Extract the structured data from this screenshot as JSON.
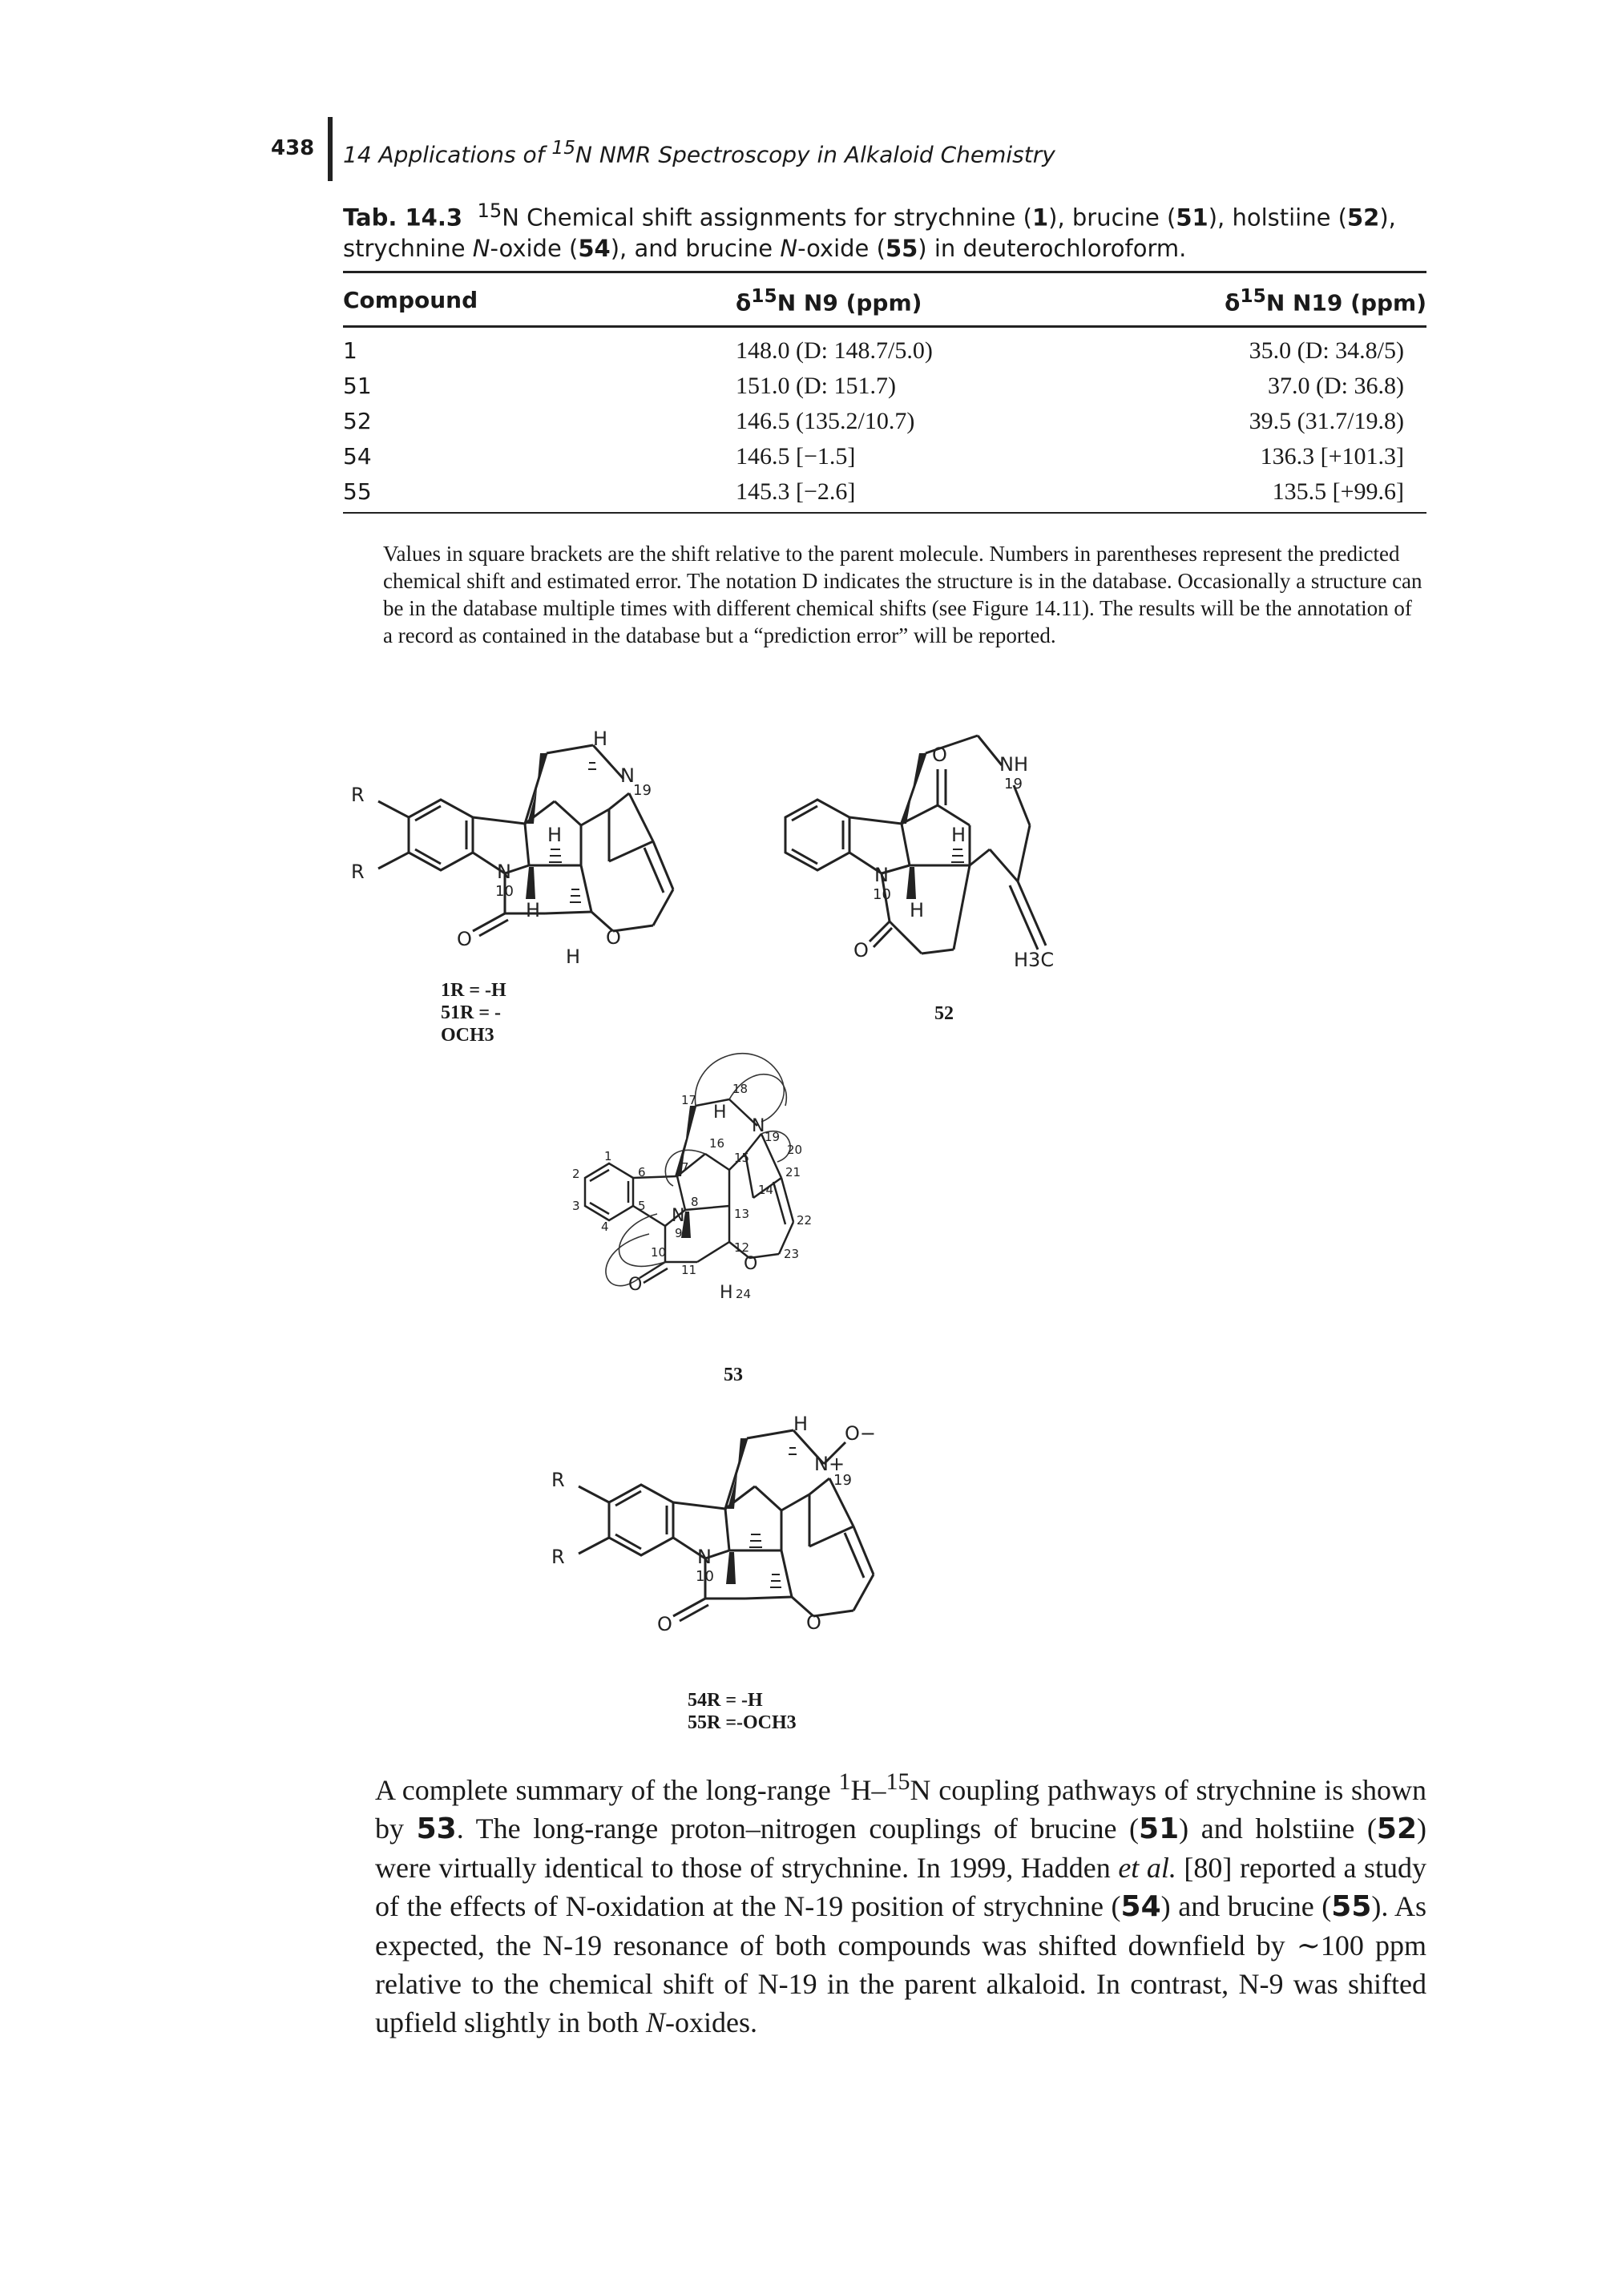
{
  "header": {
    "page_number": "438",
    "running_title_pre": "14 Applications of ",
    "running_title_sup": "15",
    "running_title_post": "N NMR Spectroscopy in Alkaloid Chemistry"
  },
  "table": {
    "caption_label": "Tab. 14.3",
    "caption_sup": "15",
    "caption_text_1": "N Chemical shift assignments for strychnine (",
    "c1": "1",
    "caption_text_2": "), brucine (",
    "c51": "51",
    "caption_text_3": "), holstiine (",
    "c52": "52",
    "caption_text_4": "),",
    "caption_text_5": "strychnine ",
    "caption_n1": "N",
    "caption_text_6": "-oxide (",
    "c54": "54",
    "caption_text_7": "), and brucine ",
    "caption_n2": "N",
    "caption_text_8": "-oxide (",
    "c55": "55",
    "caption_text_9": ") in deuterochloroform.",
    "headers": {
      "compound": "Compound",
      "n9_pre": "δ",
      "n9_sup": "15",
      "n9_post": "N N9 (ppm)",
      "n19_pre": "δ",
      "n19_sup": "15",
      "n19_post": "N N19 (ppm)"
    },
    "rows": [
      {
        "compound": "1",
        "n9": "148.0 (D: 148.7/5.0)",
        "n19": "35.0 (D: 34.8/5)"
      },
      {
        "compound": "51",
        "n9": "151.0 (D: 151.7)",
        "n19": "37.0 (D: 36.8)"
      },
      {
        "compound": "52",
        "n9": "146.5 (135.2/10.7)",
        "n19": "39.5 (31.7/19.8)"
      },
      {
        "compound": "54",
        "n9": "146.5 [−1.5]",
        "n19": "136.3 [+101.3]"
      },
      {
        "compound": "55",
        "n9": "145.3 [−2.6]",
        "n19": "135.5 [+99.6]"
      }
    ],
    "note": "Values in square brackets are the shift relative to the parent molecule. Numbers in parentheses represent the predicted chemical shift and estimated error. The notation D indicates the structure is in the database. Occasionally a structure can be in the database multiple times with different chemical shifts (see Figure 14.11). The results will be the annotation of a record as contained in the database but a “prediction error” will be reported."
  },
  "figures": {
    "fig1": {
      "label_line1": "1R = -H",
      "label_line2": "51R = -OCH3",
      "atoms": {
        "r_top": "R",
        "r_bottom": "R",
        "n": "N",
        "n_num": "10",
        "h_top": "H",
        "h_mid": "H",
        "h_n": "H",
        "h_bottom": "H",
        "n19": "N",
        "n19_num": "19",
        "o_carbonyl": "O",
        "o_ring": "O"
      }
    },
    "fig52": {
      "label": "52",
      "atoms": {
        "o_top": "O",
        "nh": "NH",
        "nh_num": "19",
        "h_mid": "H",
        "n": "N",
        "n_num": "10",
        "h_n": "H",
        "o_carbonyl": "O",
        "h3c": "H3C"
      }
    },
    "fig53": {
      "label": "53",
      "atoms": {
        "n19": "N",
        "n9": "N",
        "h": "H",
        "o": "O",
        "o24": "O",
        "h24": "H",
        "nums": [
          "1",
          "2",
          "3",
          "4",
          "5",
          "6",
          "7",
          "8",
          "9",
          "10",
          "11",
          "12",
          "13",
          "14",
          "15",
          "16",
          "17",
          "18",
          "19",
          "20",
          "21",
          "22",
          "23",
          "24"
        ]
      }
    },
    "fig54": {
      "label_line1": "54R = -H",
      "label_line2": "55R =-OCH3",
      "atoms": {
        "r_top": "R",
        "r_bottom": "R",
        "n": "N",
        "n_num": "10",
        "o_minus": "O−",
        "n_plus": "N+",
        "n19_num": "19",
        "h": "H",
        "o_carbonyl": "O",
        "o_ring": "O"
      }
    }
  },
  "body": {
    "t1": "A complete summary of the long-range ",
    "sup1": "1",
    "t2": "H–",
    "sup2": "15",
    "t3": "N coupling pathways of strychnine is shown by ",
    "b53": "53",
    "t4": ". The long-range proton–nitrogen couplings of brucine (",
    "b51": "51",
    "t5": ") and holstiine (",
    "b52": "52",
    "t6": ") were virtually identical to those of strychnine. In 1999, Hadden ",
    "etal": "et al.",
    "t7": " [80] reported a study of the effects of N-oxidation at the N-19 position of strychnine (",
    "b54": "54",
    "t8": ") and brucine (",
    "b55": "55",
    "t9": "). As expected, the N-19 resonance of both compounds was shifted downfield by ∼100 ppm relative to the chemical shift of N-19 in the parent alkaloid. In contrast, N-9 was shifted upfield slightly in both ",
    "n_italic": "N",
    "t10": "-oxides."
  }
}
